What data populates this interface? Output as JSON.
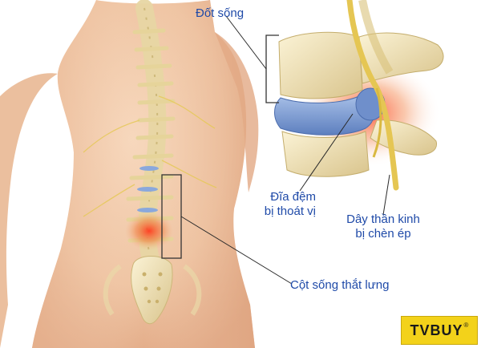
{
  "labels": {
    "vertebra": "Đốt sống",
    "disc_line1": "Đĩa đệm",
    "disc_line2": "bị thoát vị",
    "nerve_line1": "Dây thần kinh",
    "nerve_line2": "bị chèn ép",
    "lumbar": "Cột sống thắt lưng"
  },
  "badge": {
    "text": "TVBUY",
    "registered": "®"
  },
  "colors": {
    "label_text": "#1f4aa8",
    "badge_bg": "#f3d21a",
    "skin": "#f2c9a8",
    "bone": "#efe2b4",
    "disc": "#7f9fd3",
    "inflammation": "#e0452a"
  }
}
